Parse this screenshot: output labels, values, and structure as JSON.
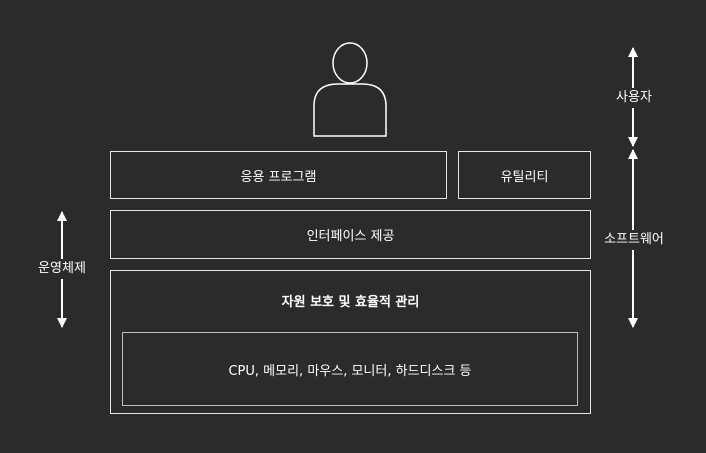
{
  "diagram": {
    "user_label": "사용자",
    "software_label": "소프트웨어",
    "os_label": "운영체제",
    "boxes": {
      "app": "응용 프로그램",
      "utility": "유틸리티",
      "interface": "인터페이스 제공",
      "resource": "자원 보호 및 효율적 관리",
      "hardware": "CPU, 메모리, 마우스, 모니터, 하드디스크 등"
    }
  }
}
